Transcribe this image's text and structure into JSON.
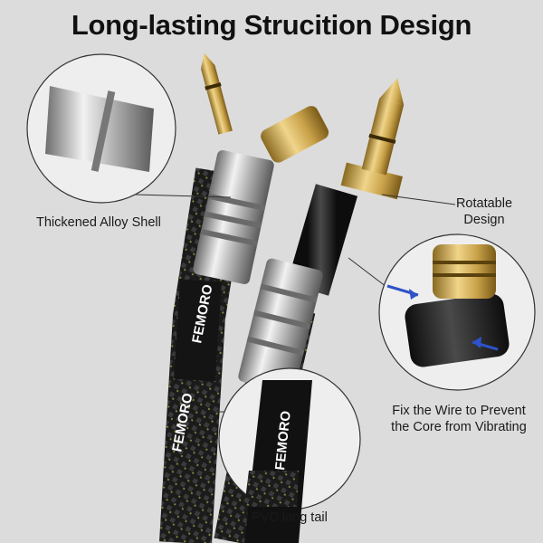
{
  "title": "Long-lasting Strucition Design",
  "brand": "FEMORO",
  "callouts": {
    "shell": "Thickened Alloy Shell",
    "rotatable_line1": "Rotatable",
    "rotatable_line2": "Design",
    "fix_line1": "Fix the Wire to Prevent",
    "fix_line2": "the Core from Vibrating",
    "pvc": "PVC long tail"
  },
  "colors": {
    "background": "#dcdcdc",
    "gold": "#c9a24a",
    "silver": "#c8c8c8",
    "braid": "#1b1b1b",
    "braid_accent": "#6f8a3a",
    "arrow": "#2e52c9"
  }
}
